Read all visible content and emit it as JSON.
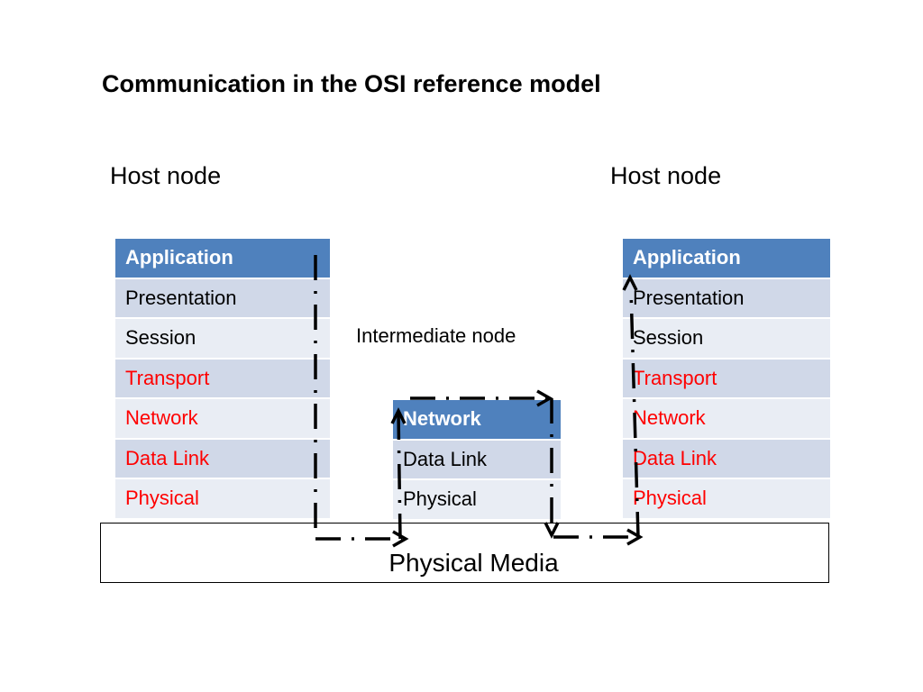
{
  "title": "Communication in the OSI reference model",
  "left_host": {
    "label": "Host node",
    "layers": [
      "Application",
      "Presentation",
      "Session",
      "Transport",
      "Network",
      "Data Link",
      "Physical"
    ]
  },
  "right_host": {
    "label": "Host node",
    "layers": [
      "Application",
      "Presentation",
      "Session",
      "Transport",
      "Network",
      "Data Link",
      "Physical"
    ]
  },
  "intermediate": {
    "label": "Intermediate node",
    "layers": [
      "Network",
      "Data Link",
      "Physical"
    ]
  },
  "media": {
    "label": "Physical Media"
  },
  "colors": {
    "header_fill": "#4f81bd",
    "row_fill_dark": "#d0d8e8",
    "row_fill_light": "#e9edf4",
    "highlight_text": "#ff0000"
  }
}
